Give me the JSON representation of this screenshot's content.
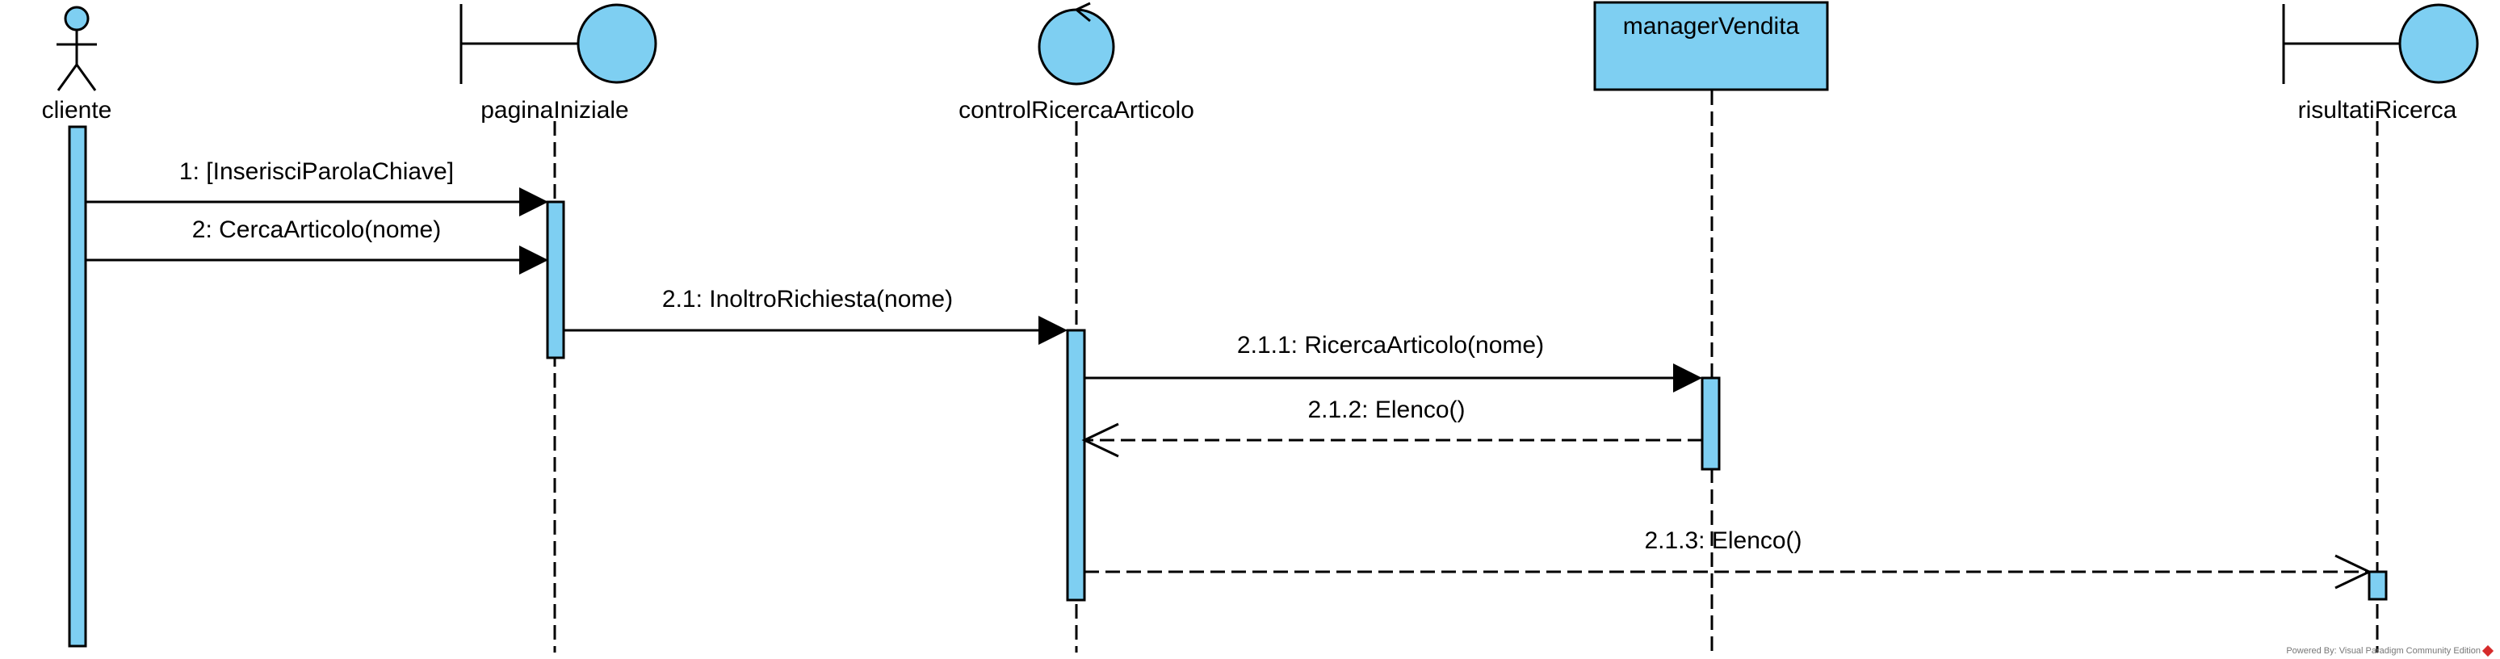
{
  "colors": {
    "fill": "#7ecff2",
    "stroke": "#000000",
    "background": "#ffffff"
  },
  "lifelines": [
    {
      "id": "cliente",
      "name": "cliente",
      "kind": "actor"
    },
    {
      "id": "paginaIniziale",
      "name": "paginaIniziale",
      "kind": "boundary"
    },
    {
      "id": "controlRicercaArticolo",
      "name": "controlRicercaArticolo",
      "kind": "control"
    },
    {
      "id": "managerVendita",
      "name": "managerVendita",
      "kind": "object"
    },
    {
      "id": "risultatiRicerca",
      "name": "risultatiRicerca",
      "kind": "boundary"
    }
  ],
  "messages": [
    {
      "label": "1: [InserisciParolaChiave]",
      "from": "cliente",
      "to": "paginaIniziale",
      "kind": "sync"
    },
    {
      "label": "2: CercaArticolo(nome)",
      "from": "cliente",
      "to": "paginaIniziale",
      "kind": "sync"
    },
    {
      "label": "2.1: InoltroRichiesta(nome)",
      "from": "paginaIniziale",
      "to": "controlRicercaArticolo",
      "kind": "sync"
    },
    {
      "label": "2.1.1: RicercaArticolo(nome)",
      "from": "controlRicercaArticolo",
      "to": "managerVendita",
      "kind": "sync"
    },
    {
      "label": "2.1.2: Elenco()",
      "from": "managerVendita",
      "to": "controlRicercaArticolo",
      "kind": "return"
    },
    {
      "label": "2.1.3: Elenco()",
      "from": "controlRicercaArticolo",
      "to": "risultatiRicerca",
      "kind": "return"
    }
  ],
  "footer": {
    "text": "Powered By: Visual Paradigm Community Edition"
  }
}
